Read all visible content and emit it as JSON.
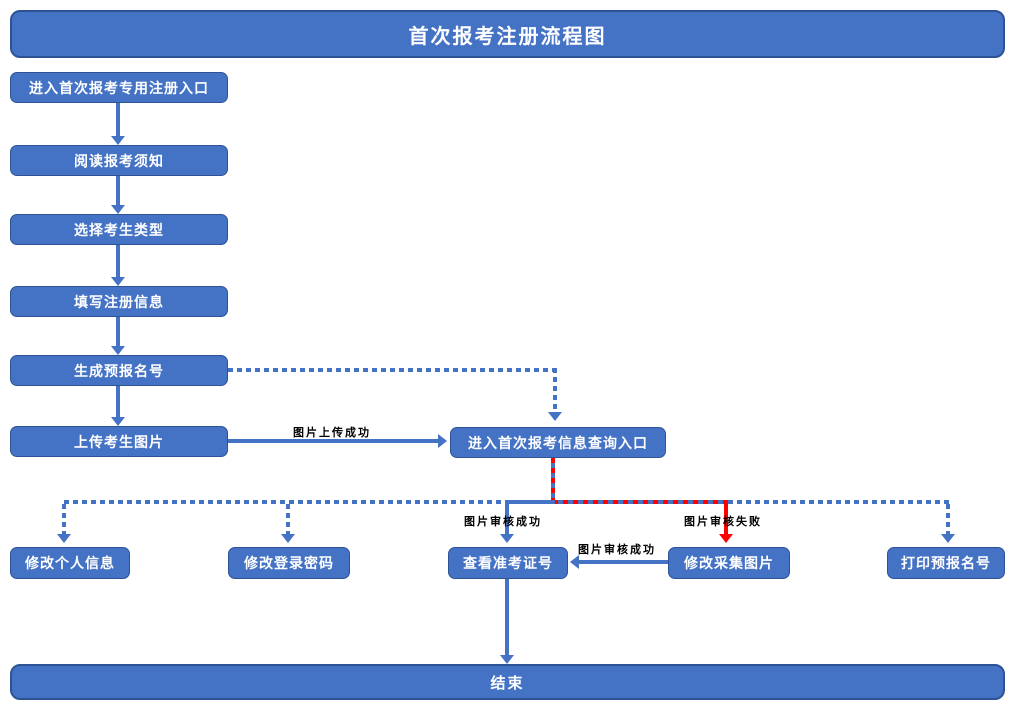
{
  "diagram": {
    "title": "首次报考注册流程图",
    "steps": [
      "进入首次报考专用注册入口",
      "阅读报考须知",
      "选择考生类型",
      "填写注册信息",
      "生成预报名号",
      "上传考生图片"
    ],
    "query_entry": "进入首次报考信息查询入口",
    "branches": [
      "修改个人信息",
      "修改登录密码",
      "查看准考证号",
      "修改采集图片",
      "打印预报名号"
    ],
    "end": "结束",
    "edge_labels": {
      "upload_success": "图片上传成功",
      "review_success": "图片审核成功",
      "review_fail": "图片审核失败",
      "resubmit_success": "图片审核成功"
    },
    "colors": {
      "node_fill": "#4472C4",
      "node_border": "#2E5395",
      "connector_blue": "#4472C4",
      "connector_red": "#FF0000",
      "node_text": "#FFFFFF",
      "edge_label_text": "#000000"
    }
  }
}
